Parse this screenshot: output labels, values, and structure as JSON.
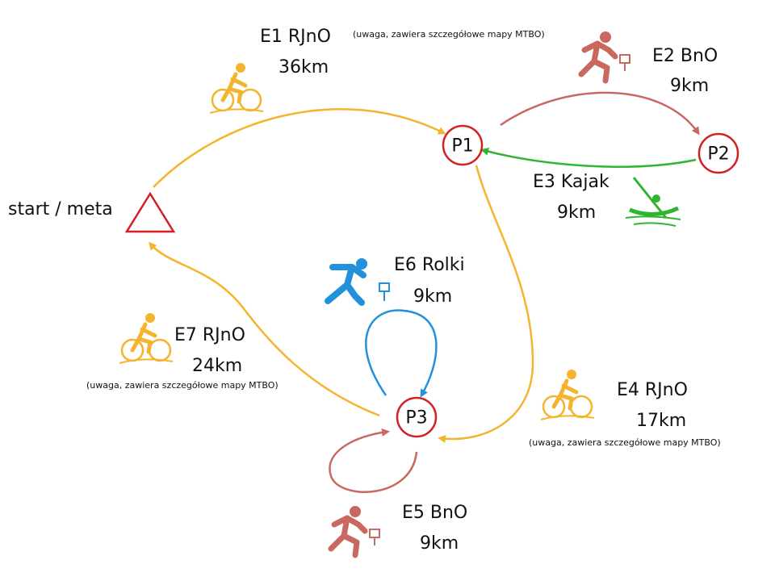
{
  "colors": {
    "bike": "#f4b42e",
    "run": "#c8685e",
    "kayak": "#2fb52f",
    "skate": "#2191dc",
    "node": "#d42020"
  },
  "start": {
    "label": "start / meta"
  },
  "nodes": {
    "p1": "P1",
    "p2": "P2",
    "p3": "P3"
  },
  "note": "(uwaga, zawiera szczegółowe mapy MTBO)",
  "stages": {
    "e1": {
      "name": "E1 RJnO",
      "distance": "36km",
      "icon": "bike-icon"
    },
    "e2": {
      "name": "E2 BnO",
      "distance": "9km",
      "icon": "runner-icon"
    },
    "e3": {
      "name": "E3 Kajak",
      "distance": "9km",
      "icon": "kayak-icon"
    },
    "e4": {
      "name": "E4 RJnO",
      "distance": "17km",
      "icon": "bike-icon"
    },
    "e5": {
      "name": "E5 BnO",
      "distance": "9km",
      "icon": "runner-icon"
    },
    "e6": {
      "name": "E6 Rolki",
      "distance": "9km",
      "icon": "skater-icon"
    },
    "e7": {
      "name": "E7 RJnO",
      "distance": "24km",
      "icon": "bike-icon"
    }
  }
}
